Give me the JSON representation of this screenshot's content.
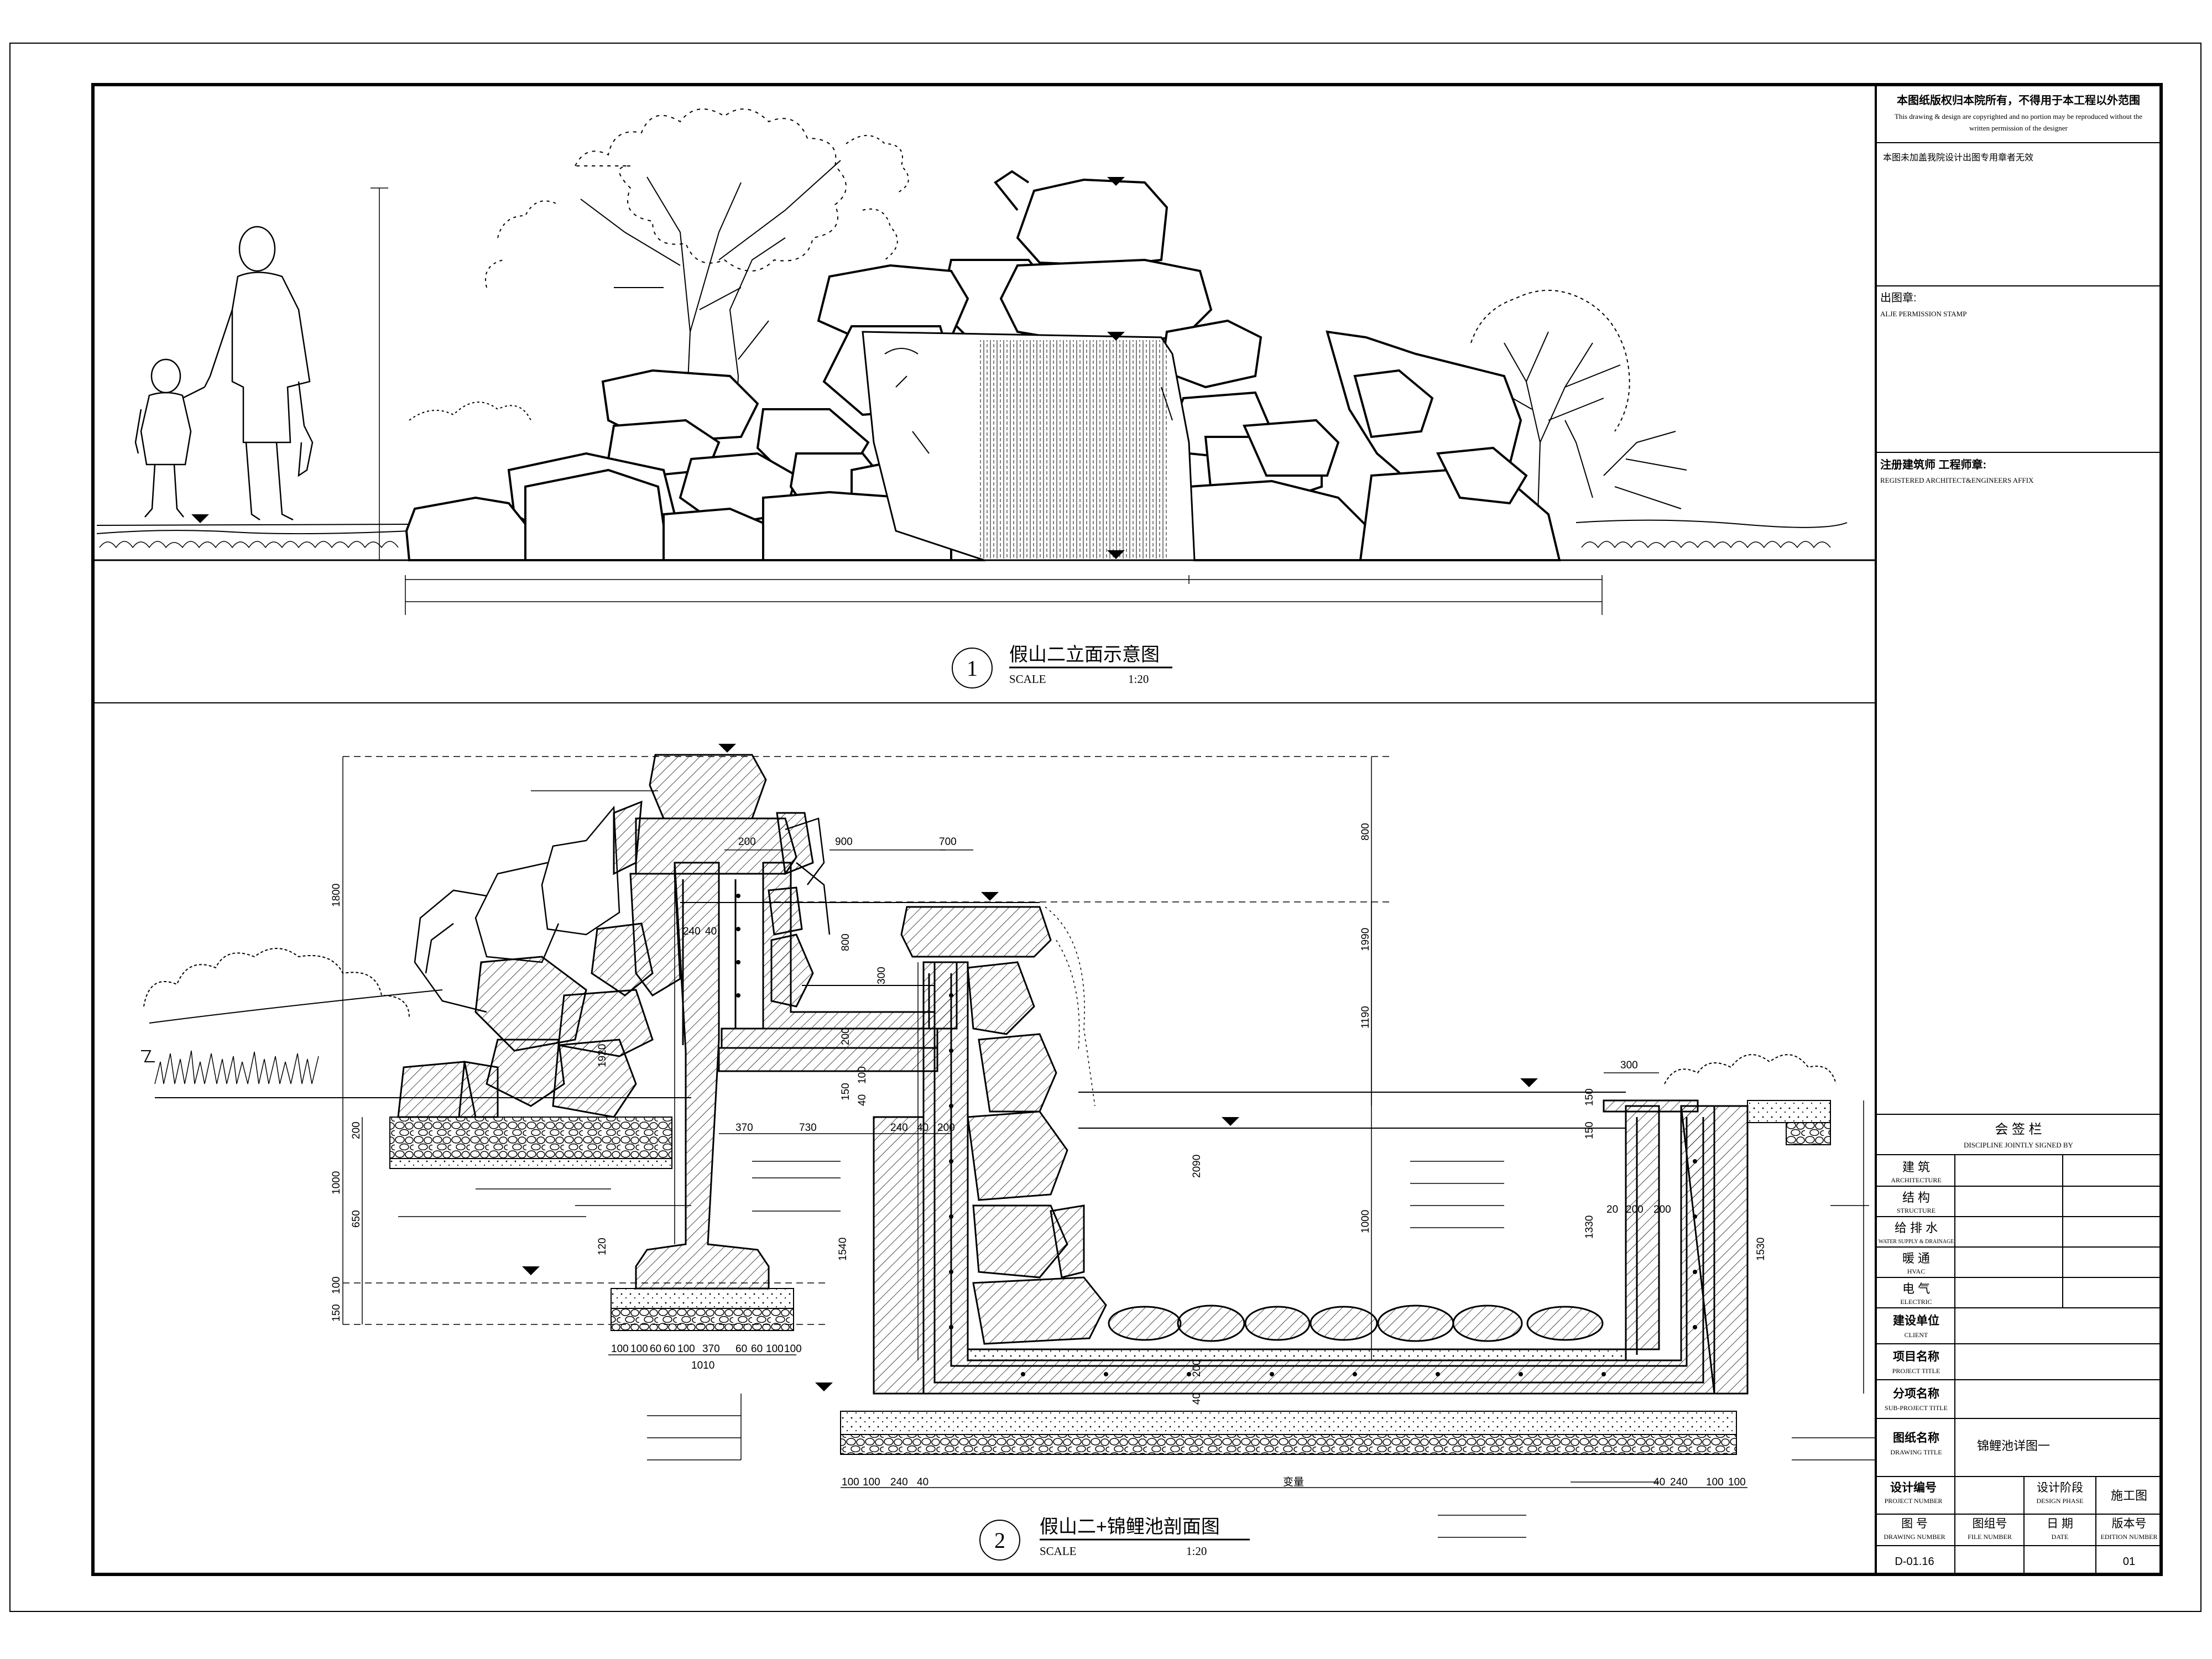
{
  "drawing1": {
    "number": "1",
    "title": "假山二立面示意图",
    "scale_label": "SCALE",
    "scale": "1:20"
  },
  "drawing2": {
    "number": "2",
    "title": "假山二+锦鲤池剖面图",
    "scale_label": "SCALE",
    "scale": "1:20",
    "dims_top": [
      "200",
      "900",
      "700"
    ],
    "dims_left": [
      "1800",
      "1920",
      "200",
      "1000",
      "650",
      "120",
      "150",
      "100"
    ],
    "dims_mid": [
      "240",
      "40",
      "300",
      "800",
      "200",
      "150",
      "100",
      "40",
      "370",
      "730",
      "240",
      "40",
      "200",
      "2090",
      "1540",
      "200",
      "40"
    ],
    "dims_right_vertical": [
      "800",
      "1990",
      "1190",
      "1000"
    ],
    "dims_right": [
      "300",
      "150",
      "150",
      "20",
      "200",
      "200",
      "1330",
      "1530"
    ],
    "dims_base": [
      "100",
      "100",
      "60",
      "60",
      "100",
      "370",
      "60",
      "60",
      "100",
      "100",
      "1010"
    ],
    "dims_bottom": [
      "100",
      "100",
      "240",
      "40",
      "变量",
      "40",
      "240",
      "100",
      "100"
    ]
  },
  "title_block": {
    "copyright_cn": "本图纸版权归本院所有，不得用于本工程以外范围",
    "copyright_en1": "This drawing & design are copyrighted and no portion may be reproduced without the",
    "copyright_en2": "written permission of the designer",
    "stamp_note": "本图未加盖我院设计出图专用章者无效",
    "permission_stamp_cn": "出图章:",
    "permission_stamp_en": "ALJE PERMISSION STAMP",
    "architect_cn": "注册建筑师 工程师章:",
    "architect_en": "REGISTERED ARCHITECT&ENGINEERS AFFIX",
    "signoff_cn": "会 签 栏",
    "signoff_en": "DISCIPLINE JOINTLY SIGNED BY",
    "disciplines": [
      {
        "cn": "建 筑",
        "en": "ARCHITECTURE"
      },
      {
        "cn": "结 构",
        "en": "STRUCTURE"
      },
      {
        "cn": "给 排 水",
        "en": "WATER SUPPLY & DRAINAGE"
      },
      {
        "cn": "暖 通",
        "en": "HVAC"
      },
      {
        "cn": "电 气",
        "en": "ELECTRIC"
      }
    ],
    "client_cn": "建设单位",
    "client_en": "CLIENT",
    "project_cn": "项目名称",
    "project_en": "PROJECT TITLE",
    "subproject_cn": "分项名称",
    "subproject_en": "SUB-PROJECT TITLE",
    "drawing_title_cn": "图纸名称",
    "drawing_title_en": "DRAWING TITLE",
    "drawing_title_value": "锦鲤池详图一",
    "project_number_cn": "设计编号",
    "project_number_en": "PROJECT NUMBER",
    "design_phase_cn": "设计阶段",
    "design_phase_en": "DESIGN PHASE",
    "design_phase_value": "施工图",
    "drawing_number_cn": "图 号",
    "drawing_number_en": "DRAWING NUMBER",
    "file_number_cn": "图组号",
    "file_number_en": "FILE NUMBER",
    "date_cn": "日 期",
    "date_en": "DATE",
    "edition_cn": "版本号",
    "edition_en": "EDITION NUMBER",
    "drawing_number_value": "D-01.16",
    "edition_value": "01"
  }
}
